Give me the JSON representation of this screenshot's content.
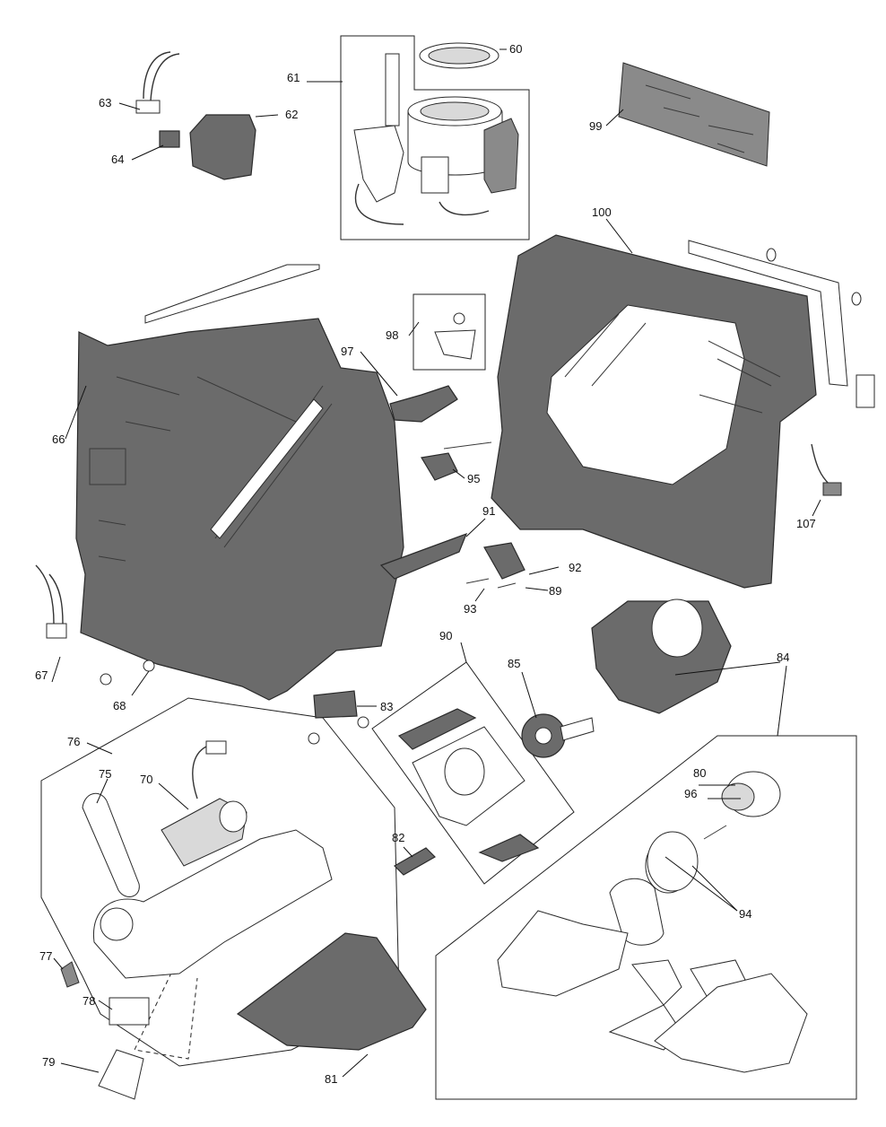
{
  "diagram": {
    "labels": {
      "p60": "60",
      "p61": "61",
      "p62": "62",
      "p63": "63",
      "p64": "64",
      "p66": "66",
      "p67": "67",
      "p68": "68",
      "p70": "70",
      "p75": "75",
      "p76": "76",
      "p77": "77",
      "p78": "78",
      "p79": "79",
      "p80": "80",
      "p81": "81",
      "p82": "82",
      "p83": "83",
      "p84": "84",
      "p85": "85",
      "p89": "89",
      "p90": "90",
      "p91": "91",
      "p92": "92",
      "p93": "93",
      "p94": "94",
      "p95": "95",
      "p96": "96",
      "p97": "97",
      "p98": "98",
      "p99": "99",
      "p100": "100",
      "p107": "107"
    }
  }
}
